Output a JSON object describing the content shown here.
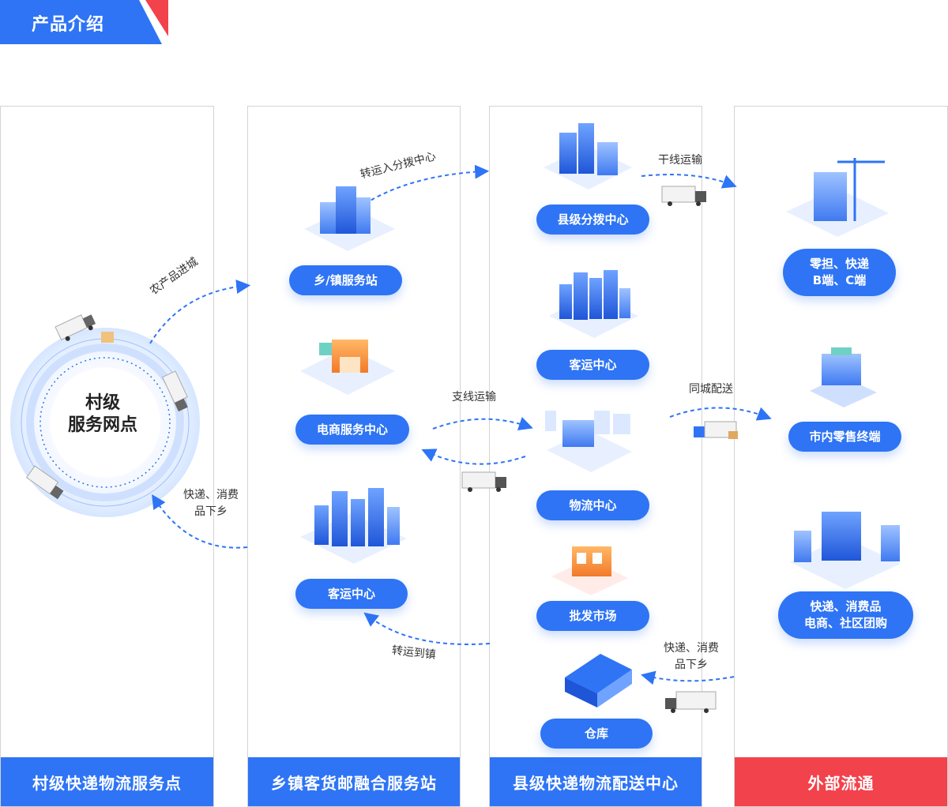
{
  "header": {
    "title": "产品介绍"
  },
  "columns": [
    {
      "footer": "村级快递物流服务点",
      "color": "#2e74f5"
    },
    {
      "footer": "乡镇客货邮融合服务站",
      "color": "#2e74f5"
    },
    {
      "footer": "县级快递物流配送中心",
      "color": "#2e74f5"
    },
    {
      "footer": "外部流通",
      "color": "#f2424b"
    }
  ],
  "village": {
    "center_line1": "村级",
    "center_line2": "服务网点"
  },
  "town": {
    "station": "乡/镇服务站",
    "ecommerce": "电商服务中心",
    "passenger": "客运中心"
  },
  "county": {
    "sorting": "县级分拨中心",
    "passenger": "客运中心",
    "logistics": "物流中心",
    "wholesale": "批发市场",
    "warehouse": "仓库"
  },
  "external": {
    "b2c_line1": "零担、快递",
    "b2c_line2": "B端、C端",
    "retail": "市内零售终端",
    "express_line1": "快递、消费品",
    "express_line2": "电商、社区团购"
  },
  "flows": {
    "agri_to_town": "农产品进城",
    "to_sorting": "转运入分拨中心",
    "trunk": "干线运输",
    "branch": "支线运输",
    "city_delivery": "同城配送",
    "to_town": "转运到镇",
    "down_village_line1": "快递、消费",
    "down_village_line2": "品下乡",
    "down_county_line1": "快递、消费",
    "down_county_line2": "品下乡"
  },
  "colors": {
    "primary": "#2e74f5",
    "accent": "#f2424b"
  }
}
